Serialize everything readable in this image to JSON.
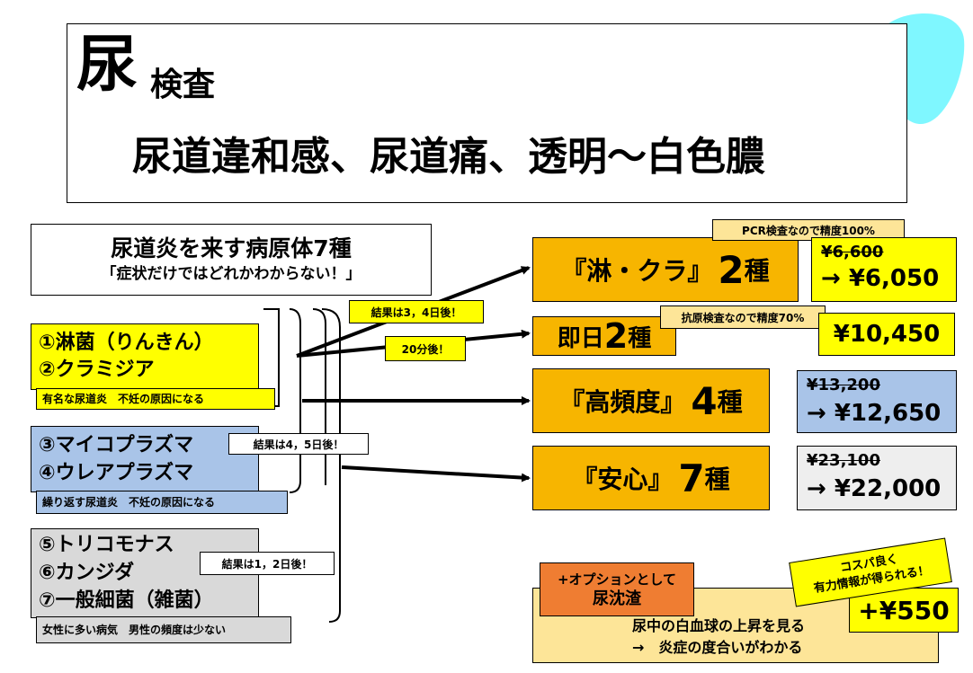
{
  "title": {
    "kanji_large": "尿",
    "kanji_rest": "検査",
    "subtitle": "尿道違和感、尿道痛、透明～白色膿"
  },
  "pathogens_header": {
    "line1": "尿道炎を来す病原体7種",
    "line2": "「症状だけではどれかわからない！」"
  },
  "groups": [
    {
      "items": [
        "①淋菌（りんきん）",
        "②クラミジア"
      ],
      "note": "有名な尿道炎　不妊の原因になる",
      "color": "#ffff00"
    },
    {
      "items": [
        "③マイコプラズマ",
        "④ウレアプラズマ"
      ],
      "note": "繰り返す尿道炎　不妊の原因になる",
      "color": "#a9c4e8",
      "result": "結果は4，5日後！"
    },
    {
      "items": [
        "⑤トリコモナス",
        "⑥カンジダ",
        "⑦一般細菌（雑菌）"
      ],
      "note": "女性に多い病気　男性の頻度は少ない",
      "color": "#d9d9d9",
      "result": "結果は1，2日後！"
    }
  ],
  "arrow_labels": {
    "result_34": "結果は3，4日後！",
    "result_20min": "20分後！"
  },
  "tests": [
    {
      "name_a": "『淋・クラ』",
      "count": "2",
      "unit": "種",
      "badge": "PCR検査なので精度100%",
      "old_price": "¥6,600",
      "new_price": "→ ¥6,050"
    },
    {
      "name_a": "即日",
      "count": "2",
      "unit": "種",
      "badge": "抗原検査なので精度70%",
      "price": "¥10,450"
    },
    {
      "name_a": "『高頻度』",
      "count": "4",
      "unit": "種",
      "old_price": "¥13,200",
      "new_price": "→ ¥12,650"
    },
    {
      "name_a": "『安心』",
      "count": "7",
      "unit": "種",
      "old_price": "¥23,100",
      "new_price": "→ ¥22,000"
    }
  ],
  "option": {
    "label_line1": "+オプションとして",
    "label_line2": "尿沈渣",
    "desc_line1": "尿中の白血球の上昇を見る",
    "desc_line2": "→　炎症の度合いがわかる",
    "price": "+¥550",
    "tag_line1": "コスパ良く",
    "tag_line2": "有力情報が得られる！"
  },
  "colors": {
    "yellow": "#ffff00",
    "blue": "#a9c4e8",
    "gray": "#d9d9d9",
    "orange": "#f7b500",
    "light_orange": "#fde598",
    "deep_orange": "#ef7d32",
    "cyan": "#7ff7ff"
  }
}
